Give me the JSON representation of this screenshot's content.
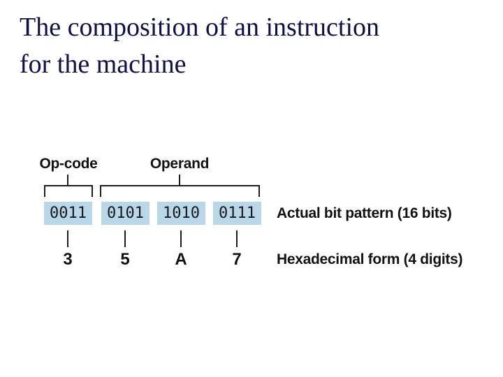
{
  "slide": {
    "title_line1": "The composition of an instruction",
    "title_line2": "for the machine"
  },
  "diagram": {
    "field_labels": {
      "opcode": "Op-code",
      "operand": "Operand"
    },
    "bit_groups": [
      "0011",
      "0101",
      "1010",
      "0111"
    ],
    "hex_digits": [
      "3",
      "5",
      "A",
      "7"
    ],
    "row_labels": {
      "binary_row": "Actual bit pattern (16 bits)",
      "hex_row": "Hexadecimal form (4 digits)"
    },
    "colors": {
      "cell_fill": "#b8d7e8",
      "line": "#1c1c1c",
      "title_text": "#101048",
      "label_text": "#121212"
    }
  }
}
